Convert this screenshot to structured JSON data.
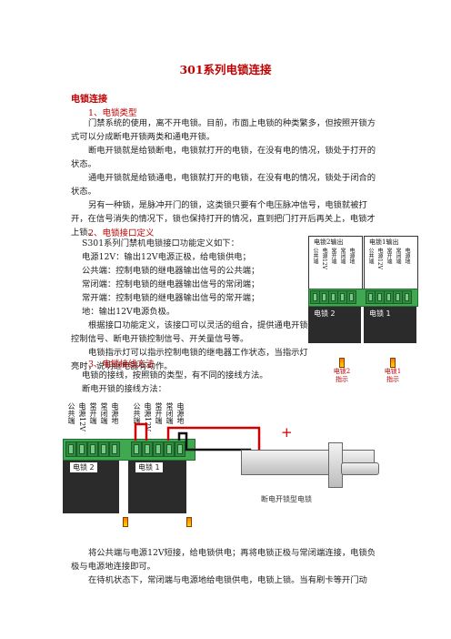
{
  "title": "301系列电锁连接",
  "section_title": "电锁连接",
  "s1": {
    "heading": "1、电锁类型",
    "p1": "门禁系统的使用，离不开电锁。目前，市面上电锁的种类繁多，但按照开锁方式可以分成断电开锁两类和通电开锁。",
    "p2": "断电开锁就是给锁断电，电锁就打开的电锁，在没有电的情况，锁处于打开的状态。",
    "p3": "通电开锁就是给锁通电，电锁就打开的电锁，在没有电的情况，锁处于闭合的状态。",
    "p4": "另有一种锁，是脉冲开门的锁，这类锁只要有个电压脉冲信号，电锁就被打开，在信号消失的情况下，锁也保持打开的情况，直到把门打开后再关上，电锁才上锁。"
  },
  "s2": {
    "heading": "2、电锁接口定义",
    "lines": [
      "S301系列门禁机电锁接口功能定义如下：",
      "电源12V：输出12V电源正极，给电锁供电；",
      "公共端：控制电锁的继电器输出信号的公共端；",
      "常闭端：控制电锁的继电器输出信号的常闭端；",
      "常开端：控制电锁的继电器输出信号的常开端；",
      "地：输出12V电源负极。"
    ],
    "p_combo": "根据接口功能定义，该接口可以灵活的组合，提供通电开锁控制信号、断电开锁控制信号、开关量信号等。",
    "p_led": "电锁指示灯可以指示控制电锁的继电器工作状态，当指示灯亮时，说明继电器有动作。"
  },
  "s3": {
    "heading": "3、电锁接线方法",
    "p1": "电锁的接线，按照锁的类型，有不同的接线方法。",
    "p2": "断电开锁的接线方法：",
    "p3": "将公共端与电源12V短接，给电锁供电；再将电锁正极与常闭端连接，电锁负极与电源地连接即可。",
    "p4": "在待机状态下，常闭端与电源地给电锁供电，电锁上锁。当有刷卡等开门动"
  },
  "diagram_small": {
    "out2_title": "电锁2输出",
    "out1_title": "电锁1输出",
    "terms": [
      "公共端",
      "电源12V",
      "常开端",
      "常闭端",
      "电源地"
    ],
    "relay2": "电锁 2",
    "relay1": "电锁 1",
    "led2": "电锁2\n指示",
    "led1": "电锁1\n指示"
  },
  "diagram_big": {
    "terms": [
      "公共端",
      "电源12V",
      "常开端",
      "常闭端",
      "电源地"
    ],
    "relay2": "电锁 2",
    "relay1": "电锁 1",
    "plus": "+",
    "minus": "−",
    "lock_caption": "断电开锁型电锁"
  }
}
